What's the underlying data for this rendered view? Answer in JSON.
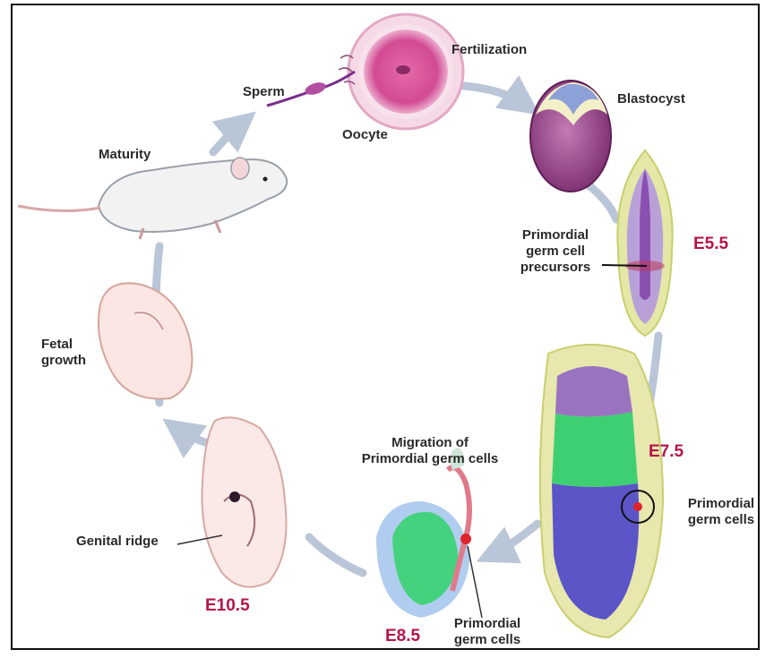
{
  "labels": {
    "sperm": "Sperm",
    "fertilization": "Fertilization",
    "oocyte": "Oocyte",
    "blastocyst": "Blastocyst",
    "maturity": "Maturity",
    "pgc_precursors_1": "Primordial",
    "pgc_precursors_2": "germ cell",
    "pgc_precursors_3": "precursors",
    "fetal_growth_1": "Fetal",
    "fetal_growth_2": "growth",
    "migration_1": "Migration of",
    "migration_2": "Primordial germ cells",
    "pgc_right_1": "Primordial",
    "pgc_right_2": "germ cells",
    "genital_ridge": "Genital ridge",
    "pgc_bottom_1": "Primordial",
    "pgc_bottom_2": "germ cells"
  },
  "stages": {
    "e55": "E5.5",
    "e75": "E7.5",
    "e85": "E8.5",
    "e105": "E10.5"
  },
  "colors": {
    "stage_text": "#b5144a",
    "cycle_arrow": "#b9c6d8",
    "label_text": "#2a2a2a"
  }
}
